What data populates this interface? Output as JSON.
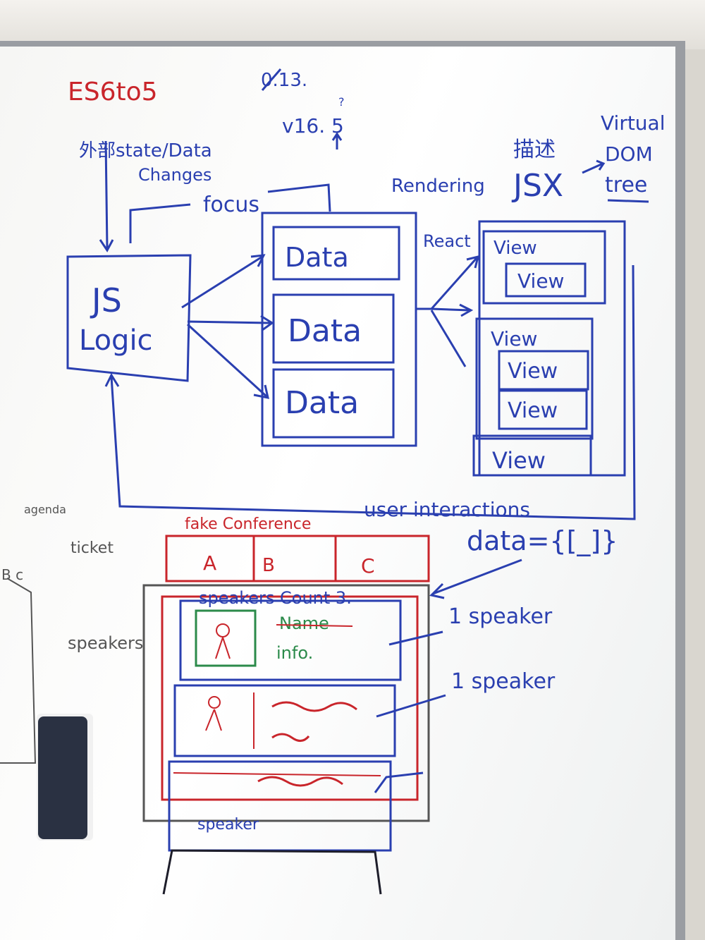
{
  "whiteboard": {
    "top_left_note": "ES6to5",
    "top_struck": "0.13.",
    "version": "v16. 5",
    "version_marks": "?",
    "external_change": "外部state/Data",
    "external_change_2": "Changes",
    "focus": "focus",
    "rendering": "Rendering",
    "describe": "描述",
    "jsx": "JSX",
    "virtual_dom": [
      "Virtual",
      "DOM",
      "tree"
    ],
    "logic_box": [
      "JS",
      "Logic"
    ],
    "data_boxes": [
      "Data",
      "Data",
      "Data"
    ],
    "react": "React",
    "views": [
      "View",
      "View",
      "View",
      "View",
      "View",
      "View"
    ],
    "user_interactions": "user interactions",
    "data_expr": "data={[_]}",
    "colors": {
      "blue_ink": "#2a3fb0",
      "red_ink": "#c9252b",
      "green_ink": "#2b8a4a",
      "grey_ink": "#555555"
    }
  },
  "wireframe": {
    "agenda": "agenda",
    "ticket": "ticket",
    "left_letters": "B  c",
    "speakers_side": "speakers",
    "title": "fake Conference",
    "tabs": [
      "A",
      "B",
      "C"
    ],
    "speakers_count": "speakers Count 3.",
    "card_name": "Name",
    "card_info": "info.",
    "one_speaker_1": "1 speaker",
    "one_speaker_2": "1 speaker",
    "speaker_label": "speaker"
  }
}
